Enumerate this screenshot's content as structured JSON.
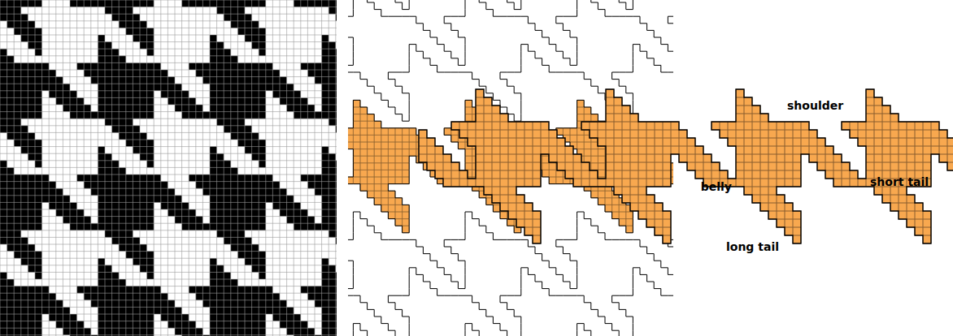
{
  "diagram": {
    "labels": [
      "shoulder",
      "short tail",
      "belly",
      "long tail"
    ]
  }
}
